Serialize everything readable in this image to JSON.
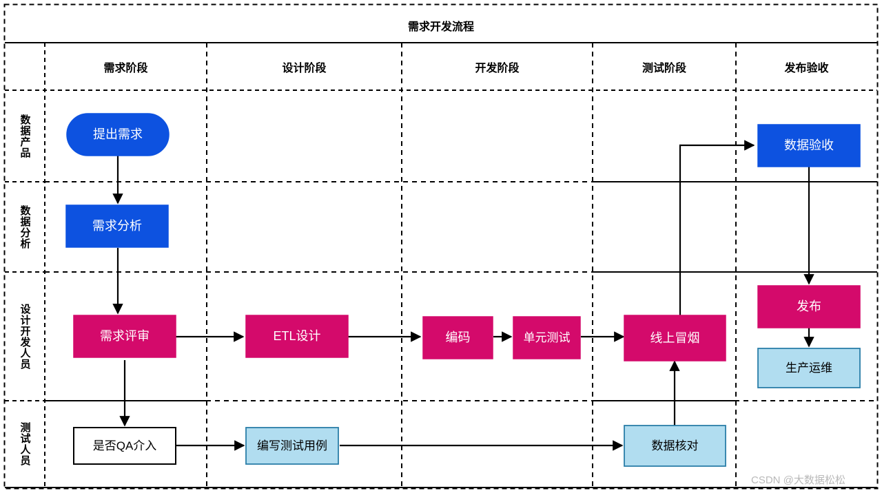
{
  "diagram": {
    "title": "需求开发流程",
    "type": "swimlane-flowchart",
    "watermark": "CSDN @大数据松松",
    "colors": {
      "blue": "#0d52e0",
      "pink": "#d40a6b",
      "light_blue": "#b1ddf0",
      "light_blue_border": "#2a7ea8",
      "white": "#ffffff",
      "line": "#000000",
      "watermark": "#b9b9b9"
    },
    "columns": [
      {
        "label": "需求阶段"
      },
      {
        "label": "设计阶段"
      },
      {
        "label": "开发阶段"
      },
      {
        "label": "测试阶段"
      },
      {
        "label": "发布验收"
      }
    ],
    "rows": [
      {
        "label": "数据产品"
      },
      {
        "label": "数据分析"
      },
      {
        "label": "设计开发人员"
      },
      {
        "label": "测试人员"
      }
    ],
    "nodes": [
      {
        "id": "n1",
        "label": "提出需求",
        "shape": "stadium",
        "fill": "blue",
        "text": "#ffffff",
        "row": "数据产品",
        "col": "需求阶段"
      },
      {
        "id": "n2",
        "label": "需求分析",
        "shape": "rect",
        "fill": "blue",
        "text": "#ffffff",
        "row": "数据分析",
        "col": "需求阶段"
      },
      {
        "id": "n3",
        "label": "需求评审",
        "shape": "rect",
        "fill": "pink",
        "text": "#ffffff",
        "row": "设计开发人员",
        "col": "需求阶段"
      },
      {
        "id": "n4",
        "label": "ETL设计",
        "shape": "rect",
        "fill": "pink",
        "text": "#ffffff",
        "row": "设计开发人员",
        "col": "设计阶段"
      },
      {
        "id": "n5",
        "label": "编码",
        "shape": "rect",
        "fill": "pink",
        "text": "#ffffff",
        "row": "设计开发人员",
        "col": "开发阶段"
      },
      {
        "id": "n6",
        "label": "单元测试",
        "shape": "rect",
        "fill": "pink",
        "text": "#ffffff",
        "row": "设计开发人员",
        "col": "开发阶段"
      },
      {
        "id": "n7",
        "label": "线上冒烟",
        "shape": "rect",
        "fill": "pink",
        "text": "#ffffff",
        "row": "设计开发人员",
        "col": "测试阶段"
      },
      {
        "id": "n8",
        "label": "数据验收",
        "shape": "rect",
        "fill": "blue",
        "text": "#ffffff",
        "row": "数据产品",
        "col": "发布验收"
      },
      {
        "id": "n9",
        "label": "发布",
        "shape": "rect",
        "fill": "pink",
        "text": "#ffffff",
        "row": "设计开发人员",
        "col": "发布验收"
      },
      {
        "id": "n10",
        "label": "生产运维",
        "shape": "rect",
        "fill": "light_blue",
        "text": "#000000",
        "row": "设计开发人员",
        "col": "发布验收"
      },
      {
        "id": "n11",
        "label": "是否QA介入",
        "shape": "rect",
        "fill": "white",
        "text": "#000000",
        "row": "测试人员",
        "col": "需求阶段"
      },
      {
        "id": "n12",
        "label": "编写测试用例",
        "shape": "rect",
        "fill": "light_blue",
        "text": "#000000",
        "row": "测试人员",
        "col": "设计阶段"
      },
      {
        "id": "n13",
        "label": "数据核对",
        "shape": "rect",
        "fill": "light_blue",
        "text": "#000000",
        "row": "测试人员",
        "col": "测试阶段"
      }
    ],
    "edges": [
      {
        "from": "提出需求",
        "to": "需求分析"
      },
      {
        "from": "需求分析",
        "to": "需求评审"
      },
      {
        "from": "需求评审",
        "to": "ETL设计"
      },
      {
        "from": "需求评审",
        "to": "是否QA介入"
      },
      {
        "from": "ETL设计",
        "to": "编码"
      },
      {
        "from": "编码",
        "to": "单元测试"
      },
      {
        "from": "单元测试",
        "to": "线上冒烟"
      },
      {
        "from": "线上冒烟",
        "to": "数据验收"
      },
      {
        "from": "数据验收",
        "to": "发布"
      },
      {
        "from": "发布",
        "to": "生产运维"
      },
      {
        "from": "是否QA介入",
        "to": "编写测试用例"
      },
      {
        "from": "编写测试用例",
        "to": "数据核对"
      },
      {
        "from": "数据核对",
        "to": "线上冒烟"
      }
    ]
  }
}
